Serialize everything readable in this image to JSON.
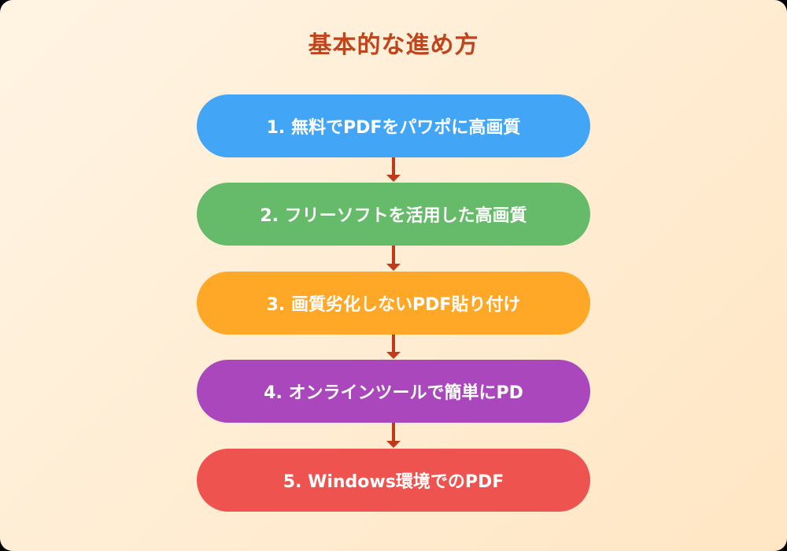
{
  "title": "基本的な進め方",
  "colors": {
    "title": "#c0441c",
    "arrow": "#c0391b",
    "background_start": "#fff4e3",
    "background_end": "#ffe6c4"
  },
  "steps": [
    {
      "label": "1. 無料でPDFをパワポに高画質",
      "color": "#42a5f5"
    },
    {
      "label": "2. フリーソフトを活用した高画質",
      "color": "#66bb6a"
    },
    {
      "label": "3. 画質劣化しないPDF貼り付け",
      "color": "#ffa726"
    },
    {
      "label": "4. オンラインツールで簡単にPD",
      "color": "#ab47bc"
    },
    {
      "label": "5. Windows環境でのPDF",
      "color": "#ef5350"
    }
  ]
}
